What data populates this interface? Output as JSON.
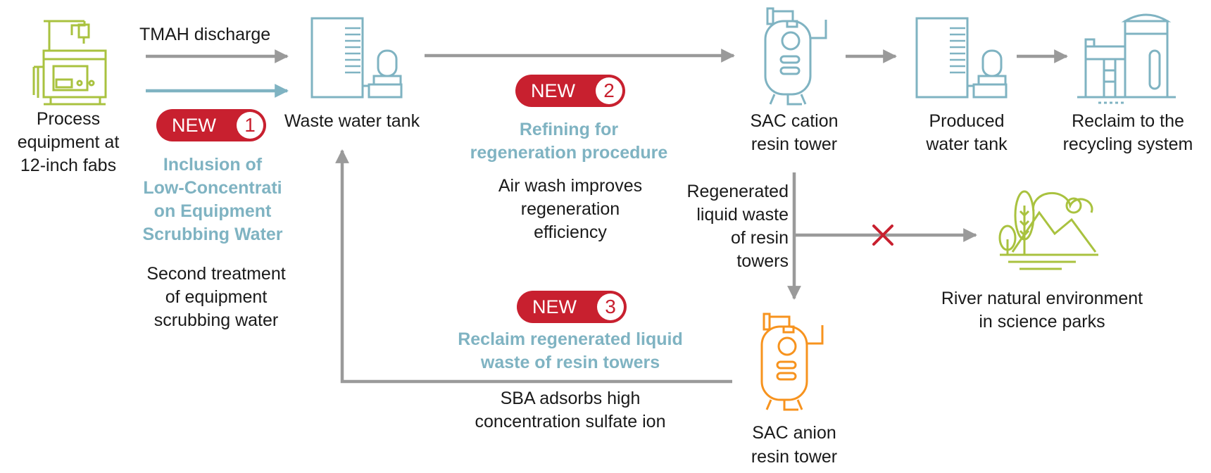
{
  "colors": {
    "arrow_gray": "#9a9a9a",
    "water_blue": "#7fb3c2",
    "equipment_green": "#a9c23f",
    "anion_orange": "#f7931e",
    "new_red": "#c8202f"
  },
  "nodes": {
    "process_equipment": "Process\nequipment at\n12-inch fabs",
    "waste_water_tank": "Waste water tank",
    "sac_cation": "SAC cation\nresin tower",
    "produced_water_tank": "Produced\nwater tank",
    "reclaim_recycling": "Reclaim to the\nrecycling system",
    "sac_anion": "SAC anion\nresin tower",
    "river_environment": "River natural environment\nin science parks"
  },
  "labels": {
    "tmah_discharge": "TMAH discharge",
    "regenerated_liquid": "Regenerated\nliquid waste\nof resin\ntowers"
  },
  "innovations": [
    {
      "badge": "NEW",
      "number": "1",
      "title": "Inclusion of\nLow-Concentrati\non  Equipment\nScrubbing Water",
      "description": "Second treatment\nof equipment\nscrubbing water"
    },
    {
      "badge": "NEW",
      "number": "2",
      "title": "Refining for\nregeneration procedure",
      "description": "Air wash improves\nregeneration\nefficiency"
    },
    {
      "badge": "NEW",
      "number": "3",
      "title": "Reclaim regenerated liquid\nwaste of resin towers",
      "description": "SBA adsorbs high\nconcentration sulfate ion"
    }
  ],
  "icons": [
    "process-equipment-icon",
    "waste-water-tank-icon",
    "cation-tower-icon",
    "produced-water-tank-icon",
    "recycling-system-icon",
    "anion-tower-icon",
    "river-environment-icon",
    "blocked-cross-icon"
  ]
}
